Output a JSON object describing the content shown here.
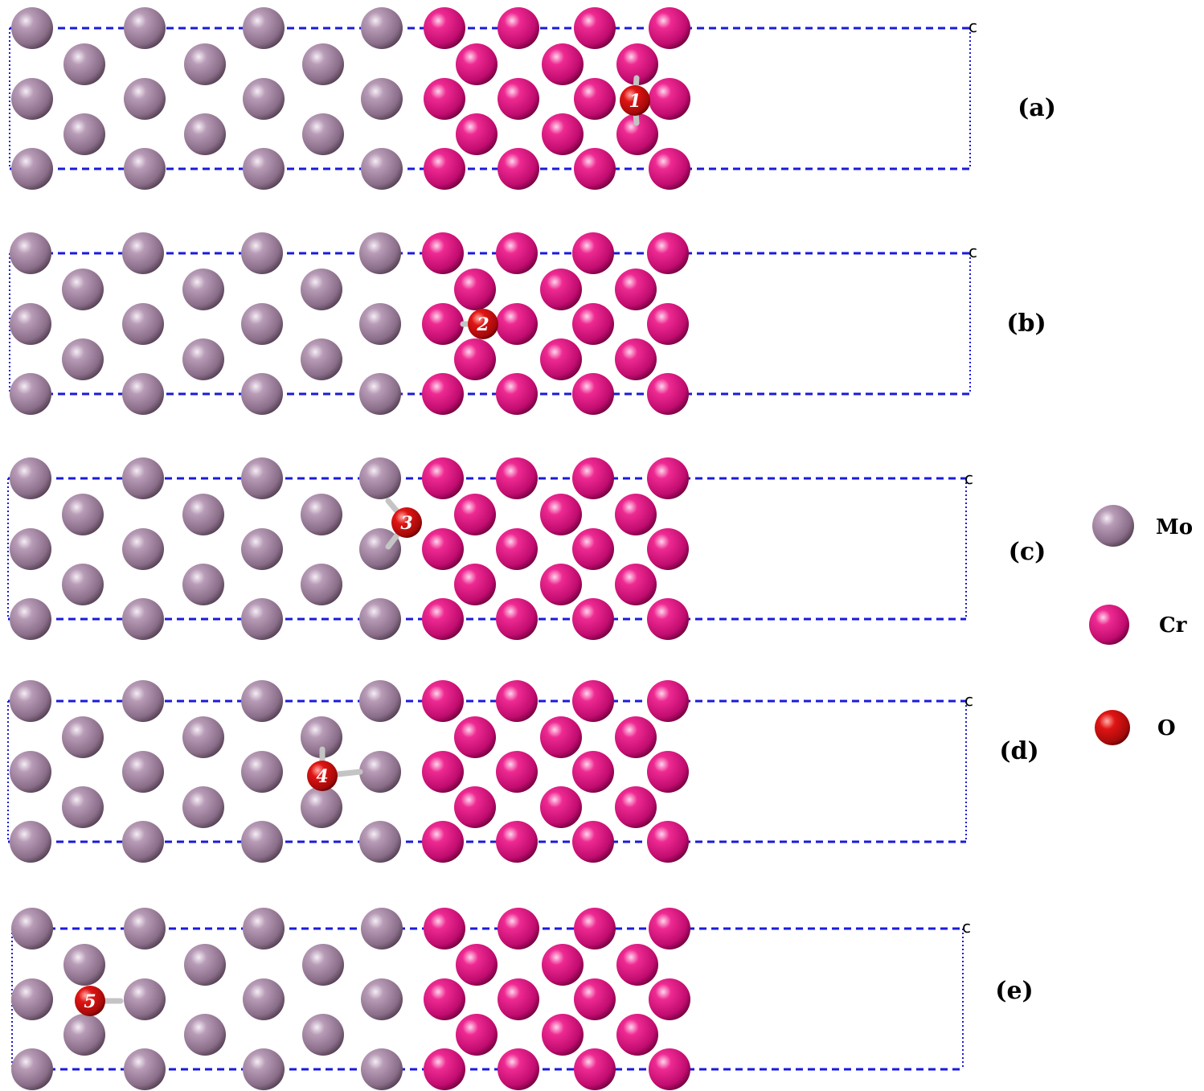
{
  "colors": {
    "Mo": "#9c7f9b",
    "Cr": "#d1127a",
    "O": "#c90d0d",
    "cell_line": "#1a1adc",
    "bond": "#c4c4c4"
  },
  "panels": [
    {
      "label": "(a)",
      "axis_letter": "c",
      "site": "1"
    },
    {
      "label": "(b)",
      "axis_letter": "c",
      "site": "2"
    },
    {
      "label": "(c)",
      "axis_letter": "c",
      "site": "3"
    },
    {
      "label": "(d)",
      "axis_letter": "c",
      "site": "4"
    },
    {
      "label": "(e)",
      "axis_letter": "c",
      "site": "5"
    }
  ],
  "legend": [
    {
      "element": "Mo",
      "label": "Mo"
    },
    {
      "element": "Cr",
      "label": "Cr"
    },
    {
      "element": "O",
      "label": "O"
    }
  ]
}
